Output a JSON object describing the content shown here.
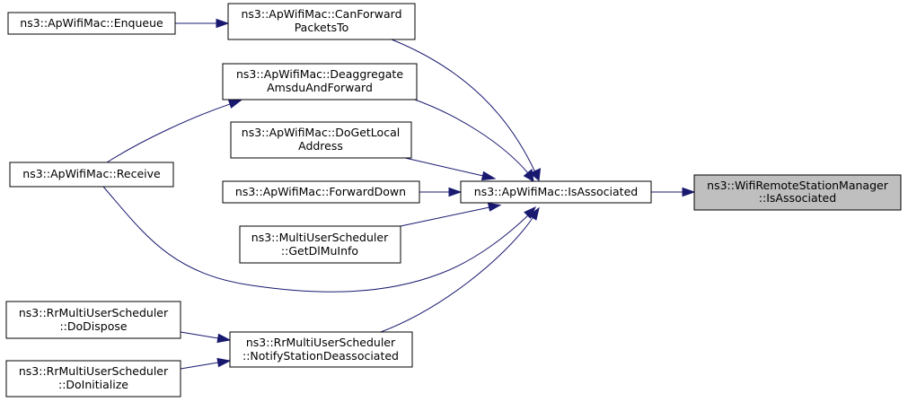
{
  "nodes": [
    {
      "id": "ns3_wrsm_isassociated",
      "lines": [
        "ns3::WifiRemoteStationManager",
        "::IsAssociated"
      ],
      "highlight": true
    },
    {
      "id": "apwifimac_isassociated",
      "lines": [
        "ns3::ApWifiMac::IsAssociated"
      ]
    },
    {
      "id": "apwifimac_canforward",
      "lines": [
        "ns3::ApWifiMac::CanForward",
        "PacketsTo"
      ]
    },
    {
      "id": "apwifimac_enqueue",
      "lines": [
        "ns3::ApWifiMac::Enqueue"
      ]
    },
    {
      "id": "apwifimac_deaggregate",
      "lines": [
        "ns3::ApWifiMac::Deaggregate",
        "AmsduAndForward"
      ]
    },
    {
      "id": "apwifimac_receive",
      "lines": [
        "ns3::ApWifiMac::Receive"
      ]
    },
    {
      "id": "apwifimac_dogetlocal",
      "lines": [
        "ns3::ApWifiMac::DoGetLocal",
        "Address"
      ]
    },
    {
      "id": "apwifimac_forwarddown",
      "lines": [
        "ns3::ApWifiMac::ForwardDown"
      ]
    },
    {
      "id": "multiuser_getdlmuinfo",
      "lines": [
        "ns3::MultiUserScheduler",
        "::GetDlMuInfo"
      ]
    },
    {
      "id": "rr_notifydeassoc",
      "lines": [
        "ns3::RrMultiUserScheduler",
        "::NotifyStationDeassociated"
      ]
    },
    {
      "id": "rr_dodispose",
      "lines": [
        "ns3::RrMultiUserScheduler",
        "::DoDispose"
      ]
    },
    {
      "id": "rr_doinitialize",
      "lines": [
        "ns3::RrMultiUserScheduler",
        "::DoInitialize"
      ]
    }
  ],
  "edges": [
    {
      "from": "apwifimac_isassociated",
      "to": "ns3_wrsm_isassociated"
    },
    {
      "from": "apwifimac_canforward",
      "to": "apwifimac_isassociated"
    },
    {
      "from": "apwifimac_enqueue",
      "to": "apwifimac_canforward"
    },
    {
      "from": "apwifimac_deaggregate",
      "to": "apwifimac_isassociated"
    },
    {
      "from": "apwifimac_receive",
      "to": "apwifimac_deaggregate"
    },
    {
      "from": "apwifimac_receive",
      "to": "apwifimac_isassociated"
    },
    {
      "from": "apwifimac_dogetlocal",
      "to": "apwifimac_isassociated"
    },
    {
      "from": "apwifimac_forwarddown",
      "to": "apwifimac_isassociated"
    },
    {
      "from": "multiuser_getdlmuinfo",
      "to": "apwifimac_isassociated"
    },
    {
      "from": "rr_notifydeassoc",
      "to": "apwifimac_isassociated"
    },
    {
      "from": "rr_dodispose",
      "to": "rr_notifydeassoc"
    },
    {
      "from": "rr_doinitialize",
      "to": "rr_notifydeassoc"
    }
  ],
  "colors": {
    "edge": "#191970",
    "node_border": "#000000",
    "node_fill": "#ffffff",
    "highlight_fill": "#bfbfbf"
  }
}
